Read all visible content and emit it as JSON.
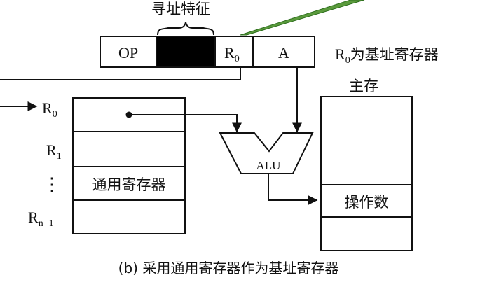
{
  "diagram": {
    "instruction": {
      "feature_label": "寻址特征",
      "op": "OP",
      "reg_base": "R",
      "reg_sub": "0",
      "address": "A"
    },
    "base_note": {
      "base": "R",
      "sub": "0",
      "text": "为基址寄存器"
    },
    "registers": {
      "r0_base": "R",
      "r0_sub": "0",
      "r1_base": "R",
      "r1_sub": "1",
      "dots": "⋮",
      "rn_base": "R",
      "rn_sub": "n−1",
      "block_label": "通用寄存器"
    },
    "alu": {
      "label": "ALU"
    },
    "memory": {
      "title": "主存",
      "operand_label": "操作数"
    },
    "caption": "(b) 采用通用寄存器作为基址寄存器",
    "colors": {
      "ink": "#111111",
      "feature_fill": "#000000",
      "beam_fill": "#5a9a3c",
      "beam_stroke": "#2f6f1f"
    }
  }
}
